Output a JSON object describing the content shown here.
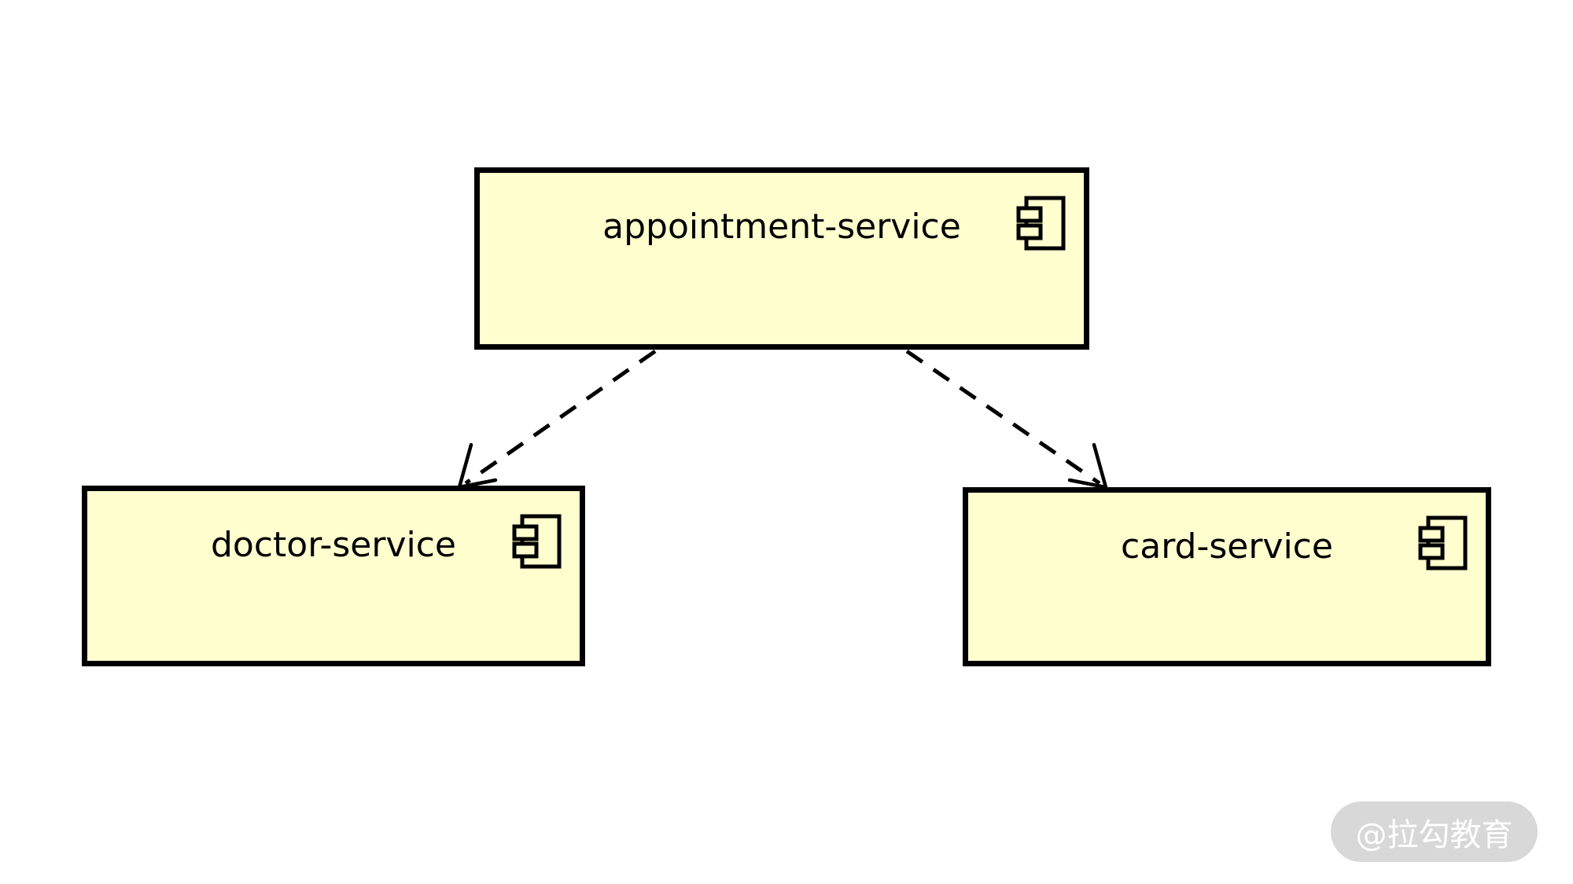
{
  "diagram": {
    "type": "uml-component-diagram",
    "components": [
      {
        "id": "appointment-service",
        "label": "appointment-service"
      },
      {
        "id": "doctor-service",
        "label": "doctor-service"
      },
      {
        "id": "card-service",
        "label": "card-service"
      }
    ],
    "edges": [
      {
        "from": "appointment-service",
        "to": "doctor-service",
        "line": "dashed",
        "arrow": "open"
      },
      {
        "from": "appointment-service",
        "to": "card-service",
        "line": "dashed",
        "arrow": "open"
      }
    ],
    "colors": {
      "component_fill": "#FEFECE",
      "component_border": "#000000",
      "arrow": "#000000",
      "canvas_bg": "#FFFFFF"
    }
  },
  "watermark": {
    "text": "@拉勾教育",
    "pill_bg": "#D8D8D8",
    "text_color": "#FFFFFF"
  }
}
